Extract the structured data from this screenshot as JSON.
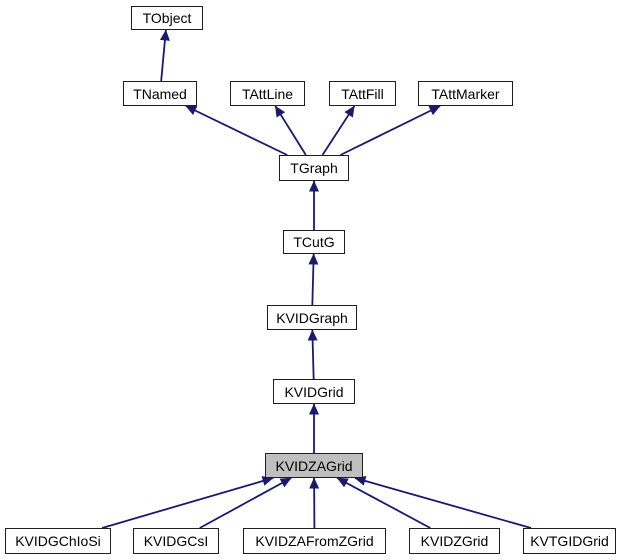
{
  "diagram": {
    "description": "Class inheritance graph for KVIDZAGrid",
    "nodes": [
      {
        "id": "TObject",
        "label": "TObject",
        "highlighted": false
      },
      {
        "id": "TNamed",
        "label": "TNamed",
        "highlighted": false
      },
      {
        "id": "TAttLine",
        "label": "TAttLine",
        "highlighted": false
      },
      {
        "id": "TAttFill",
        "label": "TAttFill",
        "highlighted": false
      },
      {
        "id": "TAttMarker",
        "label": "TAttMarker",
        "highlighted": false
      },
      {
        "id": "TGraph",
        "label": "TGraph",
        "highlighted": false
      },
      {
        "id": "TCutG",
        "label": "TCutG",
        "highlighted": false
      },
      {
        "id": "KVIDGraph",
        "label": "KVIDGraph",
        "highlighted": false
      },
      {
        "id": "KVIDGrid",
        "label": "KVIDGrid",
        "highlighted": false
      },
      {
        "id": "KVIDZAGrid",
        "label": "KVIDZAGrid",
        "highlighted": true
      },
      {
        "id": "KVIDGChIoSi",
        "label": "KVIDGChIoSi",
        "highlighted": false
      },
      {
        "id": "KVIDGCsI",
        "label": "KVIDGCsI",
        "highlighted": false
      },
      {
        "id": "KVIDZAFromZGrid",
        "label": "KVIDZAFromZGrid",
        "highlighted": false
      },
      {
        "id": "KVIDZGrid",
        "label": "KVIDZGrid",
        "highlighted": false
      },
      {
        "id": "KVTGIDGrid",
        "label": "KVTGIDGrid",
        "highlighted": false
      }
    ],
    "edges": [
      {
        "from": "TNamed",
        "to": "TObject"
      },
      {
        "from": "TGraph",
        "to": "TNamed"
      },
      {
        "from": "TGraph",
        "to": "TAttLine"
      },
      {
        "from": "TGraph",
        "to": "TAttFill"
      },
      {
        "from": "TGraph",
        "to": "TAttMarker"
      },
      {
        "from": "TCutG",
        "to": "TGraph"
      },
      {
        "from": "KVIDGraph",
        "to": "TCutG"
      },
      {
        "from": "KVIDGrid",
        "to": "KVIDGraph"
      },
      {
        "from": "KVIDZAGrid",
        "to": "KVIDGrid"
      },
      {
        "from": "KVIDGChIoSi",
        "to": "KVIDZAGrid"
      },
      {
        "from": "KVIDGCsI",
        "to": "KVIDZAGrid"
      },
      {
        "from": "KVIDZAFromZGrid",
        "to": "KVIDZAGrid"
      },
      {
        "from": "KVIDZGrid",
        "to": "KVIDZAGrid"
      },
      {
        "from": "KVTGIDGrid",
        "to": "KVIDZAGrid"
      }
    ],
    "colors": {
      "arrow": "#191970",
      "node_border": "#1f1f1f",
      "node_fill": "#ffffff",
      "highlight_fill": "#bfbfbf",
      "text": "#000000",
      "background": "#ffffff"
    }
  }
}
